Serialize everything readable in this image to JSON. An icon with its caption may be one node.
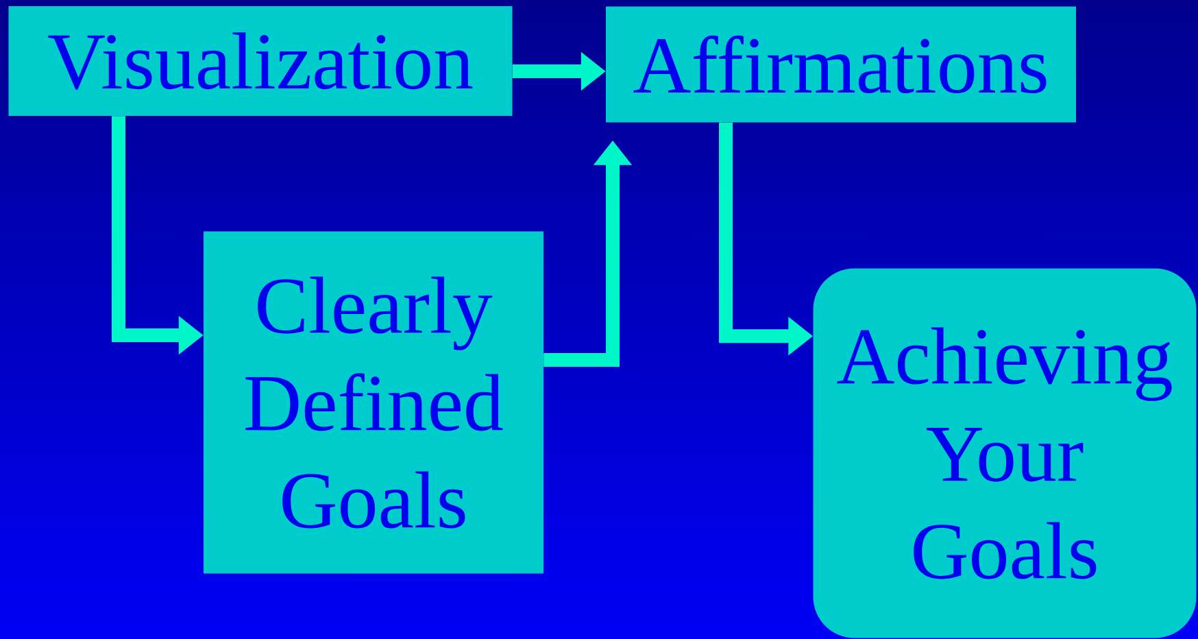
{
  "diagram": {
    "nodes": [
      {
        "text": [
          "Visualization"
        ]
      },
      {
        "text": [
          "Affirmations"
        ]
      },
      {
        "text": [
          "Clearly Defined Goals"
        ]
      },
      {
        "text": [
          "Achieving Your Goals"
        ]
      }
    ],
    "edges": [
      {
        "from": 0,
        "to": 1,
        "arrow": "to"
      },
      {
        "from": 0,
        "to": 2,
        "arrow": "to"
      },
      {
        "from": 2,
        "to": 1,
        "arrow": "to"
      },
      {
        "from": 1,
        "to": 3,
        "arrow": "to"
      }
    ]
  }
}
